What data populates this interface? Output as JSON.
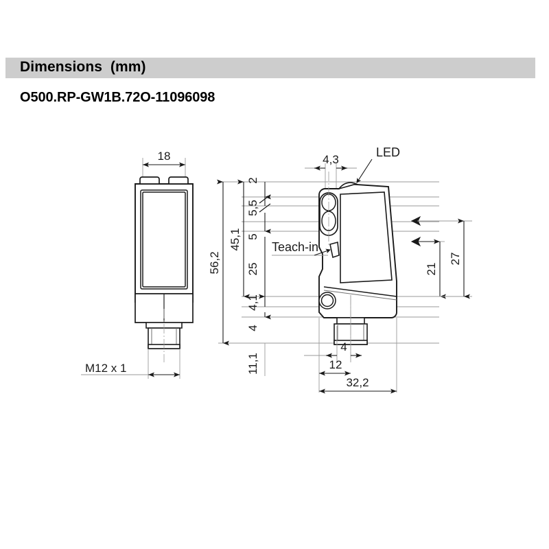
{
  "header": {
    "title": "Dimensions  (mm)",
    "part_number": "O500.RP-GW1B.72O-11096098",
    "bar_color": "#cdcdcd"
  },
  "drawing": {
    "type": "technical-dimension-drawing",
    "units": "mm",
    "line_color": "#1a1a1a",
    "thin_line_color": "#9a9a9a",
    "views": [
      {
        "name": "front-view",
        "labels": {
          "width": "18",
          "height": "56,2",
          "thread": "M12 x 1"
        }
      },
      {
        "name": "side-view",
        "labels": {
          "led": "LED",
          "teach_in": "Teach-in",
          "optics_offset": "4,3",
          "depth_total": "32,2",
          "connector_offset": "12",
          "connector_center": "4",
          "beam_upper": "27",
          "beam_lower": "21"
        }
      }
    ],
    "vertical_dimensions": [
      "2",
      "5,5",
      "5",
      "25",
      "4,1",
      "4",
      "11,1",
      "45,1",
      "56,2"
    ],
    "horizontal_dimensions": [
      "18",
      "4,3",
      "4",
      "12",
      "32,2"
    ],
    "right_dimensions": [
      "21",
      "27"
    ],
    "callouts": [
      "LED",
      "Teach-in",
      "M12 x 1"
    ],
    "dim_2": "2",
    "dim_55": "5,5",
    "dim_5": "5",
    "dim_25": "25",
    "dim_41": "4,1",
    "dim_4v": "4",
    "dim_111": "11,1",
    "dim_451": "45,1",
    "dim_562": "56,2",
    "dim_18": "18",
    "dim_43": "4,3",
    "dim_4h": "4",
    "dim_12": "12",
    "dim_322": "32,2",
    "dim_21": "21",
    "dim_27": "27",
    "label_led": "LED",
    "label_teach": "Teach-in",
    "label_m12": "M12 x 1"
  }
}
